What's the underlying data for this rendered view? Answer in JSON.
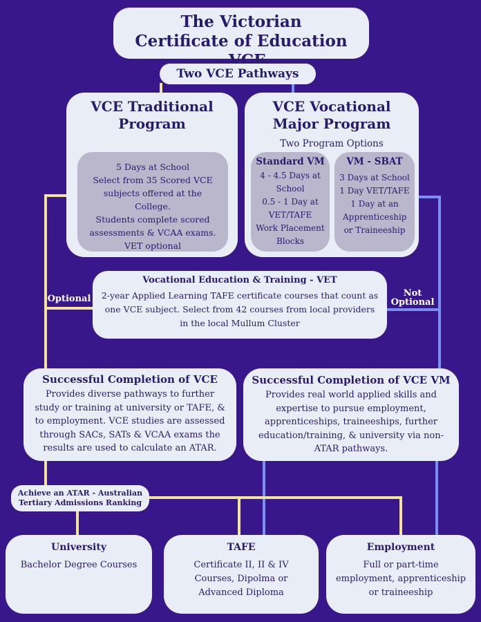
{
  "header": {
    "title": "The Victorian Certificate of Education - VCE"
  },
  "pathways": {
    "label": "Two VCE Pathways"
  },
  "traditional": {
    "title": "VCE Traditional Program",
    "lines": [
      "5 Days at School",
      "Select from 35 Scored VCE subjects offered at the College.",
      "Students complete scored assessments & VCAA exams.",
      "VET optional"
    ]
  },
  "vocational": {
    "title": "VCE Vocational Major Program",
    "subtitle": "Two Program Options",
    "standard": {
      "title": "Standard VM",
      "lines": [
        "4 - 4.5 Days at School",
        "0.5 - 1 Day at VET/TAFE",
        "Work Placement Blocks"
      ]
    },
    "sbat": {
      "title": "VM - SBAT",
      "lines": [
        "3 Days at School",
        "1 Day VET/TAFE",
        "1 Day at an Apprenticeship or Traineeship"
      ]
    }
  },
  "vet": {
    "title": "Vocational Education & Training - VET",
    "text": "2-year Applied Learning TAFE certificate courses that count as one VCE subject. Select from 42 courses from local providers in the local Mullum Cluster"
  },
  "labels": {
    "optional": "Optional",
    "not_optional": "Not Optional"
  },
  "completion_vce": {
    "title": "Successful Completion of VCE",
    "text": "Provides diverse pathways to further study or training at university or TAFE, & to employment. VCE studies are assessed through SACs, SATs & VCAA exams the results are used to calculate an ATAR."
  },
  "completion_vm": {
    "title": "Successful Completion of VCE VM",
    "text": "Provides real world applied skills and expertise to pursue employment, apprenticeships, traineeships, further education/training, & university via non-ATAR pathways."
  },
  "atar": {
    "label": "Achieve an ATAR - Australian Tertiary Admissions Ranking"
  },
  "outcomes": {
    "university": {
      "title": "University",
      "text": "Bachelor Degree Courses"
    },
    "tafe": {
      "title": "TAFE",
      "text": "Certificate II, II & IV Courses, Dipolma or Advanced Diploma"
    },
    "employment": {
      "title": "Employment",
      "text": "Full or part-time employment, apprenticeship or traineeship"
    }
  },
  "colors": {
    "background": "#37178a",
    "box": "#e9edf5",
    "inner_box": "#bab6cc",
    "text": "#2a1a6e",
    "line_yellow": "#f3e49a",
    "line_blue": "#7a8ef5"
  }
}
